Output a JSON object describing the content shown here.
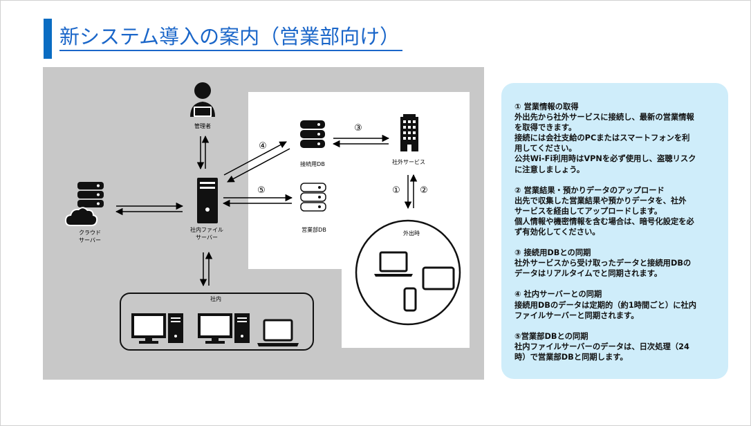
{
  "title": "新システム導入の案内（営業部向け）",
  "colors": {
    "accent": "#0a6cc2",
    "title_text": "#1a66c9",
    "gray_area": "#c8c8c8",
    "info_bg": "#cfedfa"
  },
  "diagram": {
    "labels": {
      "admin": "管理者",
      "cloud_line1": "クラウド",
      "cloud_line2": "サーバー",
      "file_server_line1": "社内ファイル",
      "file_server_line2": "サーバー",
      "connection_db": "接続用DB",
      "sales_db": "営業部DB",
      "external_service": "社外サービス",
      "outside": "外出時",
      "office": "社内"
    },
    "arrow_numbers": {
      "n1": "①",
      "n2": "②",
      "n3": "③",
      "n4": "④",
      "n5": "⑤"
    },
    "icons": [
      "user-icon",
      "database-icon",
      "cloud-icon",
      "server-tower-icon",
      "building-icon",
      "laptop-icon",
      "tablet-icon",
      "smartphone-icon",
      "desktop-pc-icon"
    ]
  },
  "info": {
    "sections": [
      {
        "lines": [
          "① 営業情報の取得",
          "外出先から社外サービスに接続し、最新の営業情報",
          "を取得できます。",
          "接続には会社支給のPCまたはスマートフォンを利",
          "用してください。",
          "公共Wi-Fi利用時はVPNを必ず使用し、盗聴リスク",
          "に注意しましょう。"
        ]
      },
      {
        "lines": [
          "② 営業結果・預かりデータのアップロード",
          "出先で収集した営業結果や預かりデータを、社外",
          "サービスを経由してアップロードします。",
          "個人情報や機密情報を含む場合は、暗号化設定を必",
          "ず有効化してください。"
        ]
      },
      {
        "lines": [
          "③ 接続用DBとの同期",
          "社外サービスから受け取ったデータと接続用DBの",
          "データはリアルタイムでと同期されます。"
        ]
      },
      {
        "lines": [
          "④ 社内サーバーとの同期",
          "接続用DBのデータは定期的（約1時間ごと）に社内",
          "ファイルサーバーと同期されます。"
        ]
      },
      {
        "lines": [
          "⑤営業部DBとの同期",
          "社内ファイルサーバーのデータは、日次処理（24",
          "時）で営業部DBと同期します。"
        ]
      }
    ]
  }
}
